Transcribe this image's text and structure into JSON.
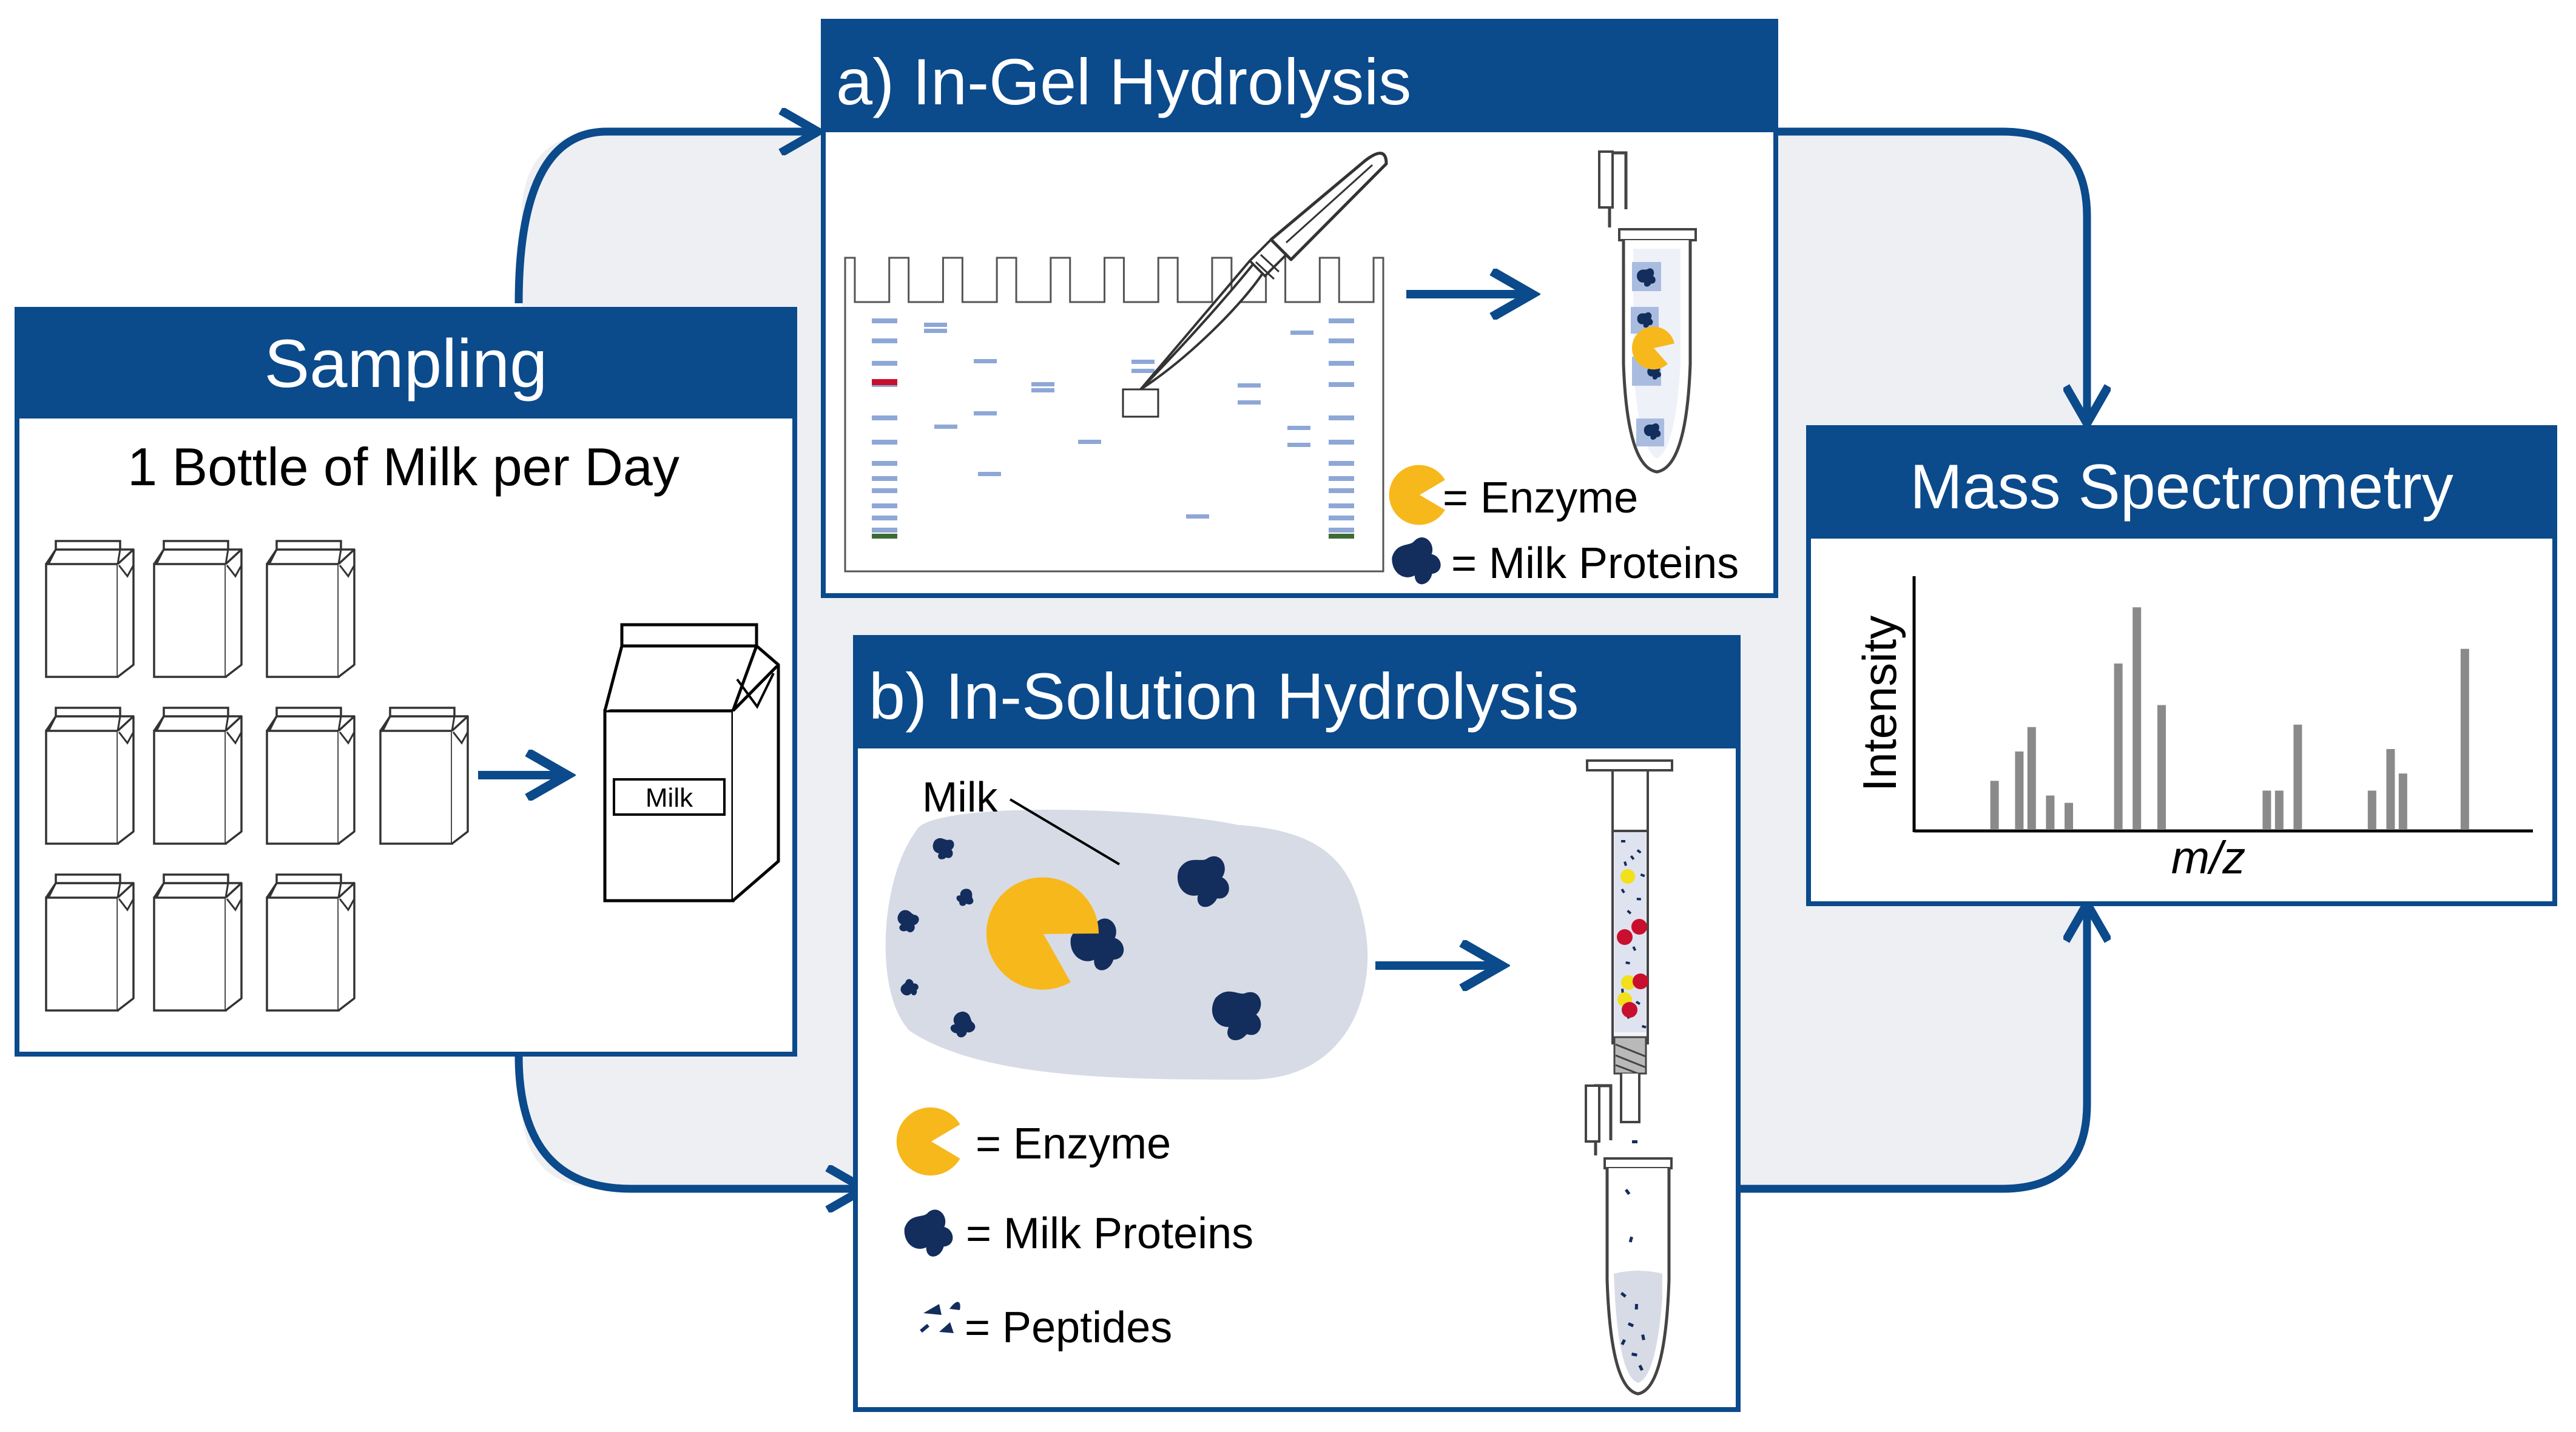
{
  "colors": {
    "navy": "#0b4a8b",
    "protein": "#132d5c",
    "enzyme": "#f7b81c",
    "background_loop": "#eeeff3",
    "milk_blob": "#d7dbe6",
    "band": "#8ea7d6",
    "marker_red": "#c8102e",
    "marker_green": "#3d6b34",
    "peak": "#8a8a8a"
  },
  "sampling": {
    "title": "Sampling",
    "subtitle": "1 Bottle of Milk per Day",
    "bottle_label": "Milk",
    "carton_icon": "milk-carton-icon"
  },
  "in_gel": {
    "title": "a) In-Gel Hydrolysis",
    "legend_enzyme": "= Enzyme",
    "legend_proteins": "= Milk Proteins",
    "scalpel_icon": "scalpel-icon",
    "tube_icon": "microcentrifuge-tube-icon"
  },
  "in_solution": {
    "title": "b) In-Solution Hydrolysis",
    "milk_label": "Milk",
    "legend_enzyme": "= Enzyme",
    "legend_proteins": "= Milk Proteins",
    "legend_peptides": "= Peptides",
    "column_icon": "spin-column-icon"
  },
  "mass_spec": {
    "title": "Mass Spectrometry",
    "ylabel": "Intensity",
    "xlabel": "m/z",
    "chart_data": {
      "type": "bar",
      "peaks": [
        {
          "x": 0.13,
          "y": 0.2
        },
        {
          "x": 0.17,
          "y": 0.32
        },
        {
          "x": 0.19,
          "y": 0.42
        },
        {
          "x": 0.22,
          "y": 0.14
        },
        {
          "x": 0.25,
          "y": 0.11
        },
        {
          "x": 0.33,
          "y": 0.68
        },
        {
          "x": 0.36,
          "y": 0.91
        },
        {
          "x": 0.4,
          "y": 0.51
        },
        {
          "x": 0.57,
          "y": 0.16
        },
        {
          "x": 0.59,
          "y": 0.16
        },
        {
          "x": 0.62,
          "y": 0.43
        },
        {
          "x": 0.74,
          "y": 0.16
        },
        {
          "x": 0.77,
          "y": 0.33
        },
        {
          "x": 0.79,
          "y": 0.23
        },
        {
          "x": 0.89,
          "y": 0.74
        }
      ]
    }
  }
}
